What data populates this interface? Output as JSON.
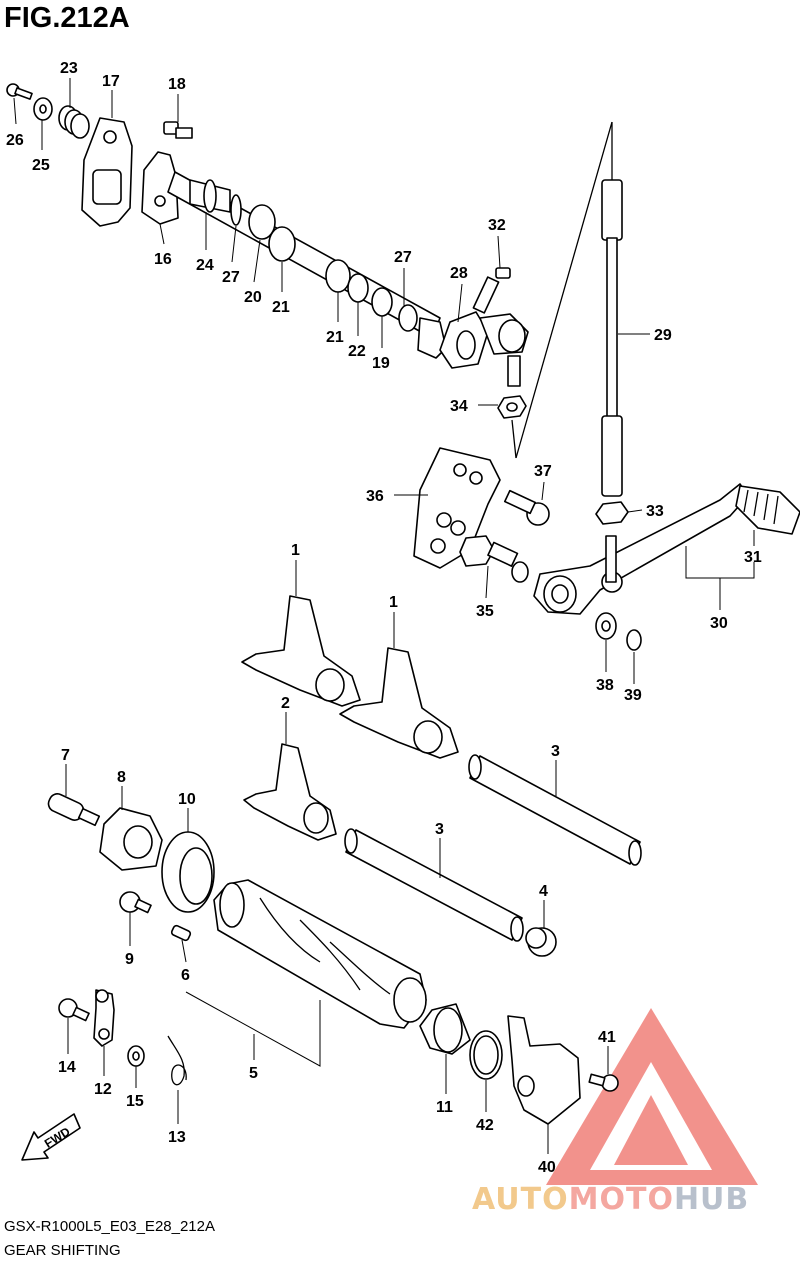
{
  "figure": {
    "title": "FIG.212A",
    "model_code": "GSX-R1000L5_E03_E28_212A",
    "section": "GEAR SHIFTING",
    "fwd_label": "FWD"
  },
  "watermark": {
    "part1": "AUTO",
    "part2": "MOTO",
    "part3": "HUB",
    "colors": {
      "triangle": "#f07f78",
      "auto": "#f2c98c",
      "moto": "#f4a7a0",
      "hub": "#b8c0cc"
    }
  },
  "callouts": [
    {
      "id": "c23",
      "text": "23"
    },
    {
      "id": "c17",
      "text": "17"
    },
    {
      "id": "c18",
      "text": "18"
    },
    {
      "id": "c26",
      "text": "26"
    },
    {
      "id": "c25",
      "text": "25"
    },
    {
      "id": "c16",
      "text": "16"
    },
    {
      "id": "c24",
      "text": "24"
    },
    {
      "id": "c27a",
      "text": "27"
    },
    {
      "id": "c20",
      "text": "20"
    },
    {
      "id": "c21a",
      "text": "21"
    },
    {
      "id": "c21b",
      "text": "21"
    },
    {
      "id": "c22",
      "text": "22"
    },
    {
      "id": "c19",
      "text": "19"
    },
    {
      "id": "c27b",
      "text": "27"
    },
    {
      "id": "c28",
      "text": "28"
    },
    {
      "id": "c32",
      "text": "32"
    },
    {
      "id": "c29",
      "text": "29"
    },
    {
      "id": "c34",
      "text": "34"
    },
    {
      "id": "c37",
      "text": "37"
    },
    {
      "id": "c36",
      "text": "36"
    },
    {
      "id": "c33",
      "text": "33"
    },
    {
      "id": "c31",
      "text": "31"
    },
    {
      "id": "c30",
      "text": "30"
    },
    {
      "id": "c35",
      "text": "35"
    },
    {
      "id": "c38",
      "text": "38"
    },
    {
      "id": "c39",
      "text": "39"
    },
    {
      "id": "c1a",
      "text": "1"
    },
    {
      "id": "c1b",
      "text": "1"
    },
    {
      "id": "c2",
      "text": "2"
    },
    {
      "id": "c3a",
      "text": "3"
    },
    {
      "id": "c3b",
      "text": "3"
    },
    {
      "id": "c7",
      "text": "7"
    },
    {
      "id": "c8",
      "text": "8"
    },
    {
      "id": "c10",
      "text": "10"
    },
    {
      "id": "c4",
      "text": "4"
    },
    {
      "id": "c9",
      "text": "9"
    },
    {
      "id": "c6",
      "text": "6"
    },
    {
      "id": "c5",
      "text": "5"
    },
    {
      "id": "c14",
      "text": "14"
    },
    {
      "id": "c12",
      "text": "12"
    },
    {
      "id": "c15",
      "text": "15"
    },
    {
      "id": "c13",
      "text": "13"
    },
    {
      "id": "c11",
      "text": "11"
    },
    {
      "id": "c42",
      "text": "42"
    },
    {
      "id": "c41",
      "text": "41"
    },
    {
      "id": "c40",
      "text": "40"
    }
  ]
}
